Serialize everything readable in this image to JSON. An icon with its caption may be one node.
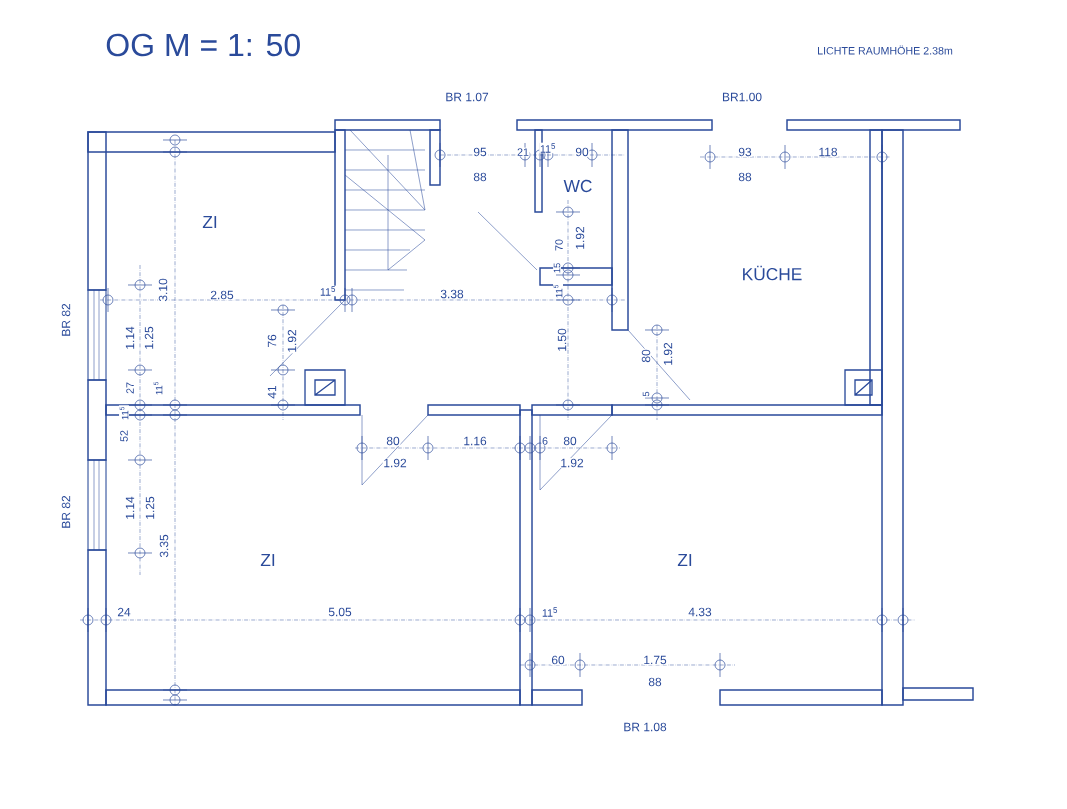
{
  "diagram": {
    "title": "OG M = 1: 50",
    "labels": [
      "LICHTE RAUMHÖHE 2.38m",
      "BR 1.07",
      "BR1.00",
      "95",
      "21",
      "11$^{5}$",
      "90",
      "93",
      "118",
      "88",
      "88",
      "WC",
      "ZI",
      "70",
      "1.92",
      "15",
      "KÜCHE",
      "3.10",
      "2.85",
      "11$^{5}$",
      "3.38",
      "11$^{5}$",
      "BR 82",
      "1.14",
      "1.25",
      "76",
      "1.92",
      "1.50",
      "80",
      "1.92",
      "5",
      "27",
      "11$^{5}$",
      "41",
      "11$^{5}$",
      "52",
      "80",
      "1.16",
      "6",
      "80",
      "1.92",
      "1.92",
      "BR 82",
      "1.14",
      "1.25",
      "3.35",
      "ZI",
      "ZI",
      "24",
      "5.05",
      "11$^{5}$",
      "4.33",
      "60",
      "1.75",
      "88",
      "BR 1.08"
    ]
  }
}
